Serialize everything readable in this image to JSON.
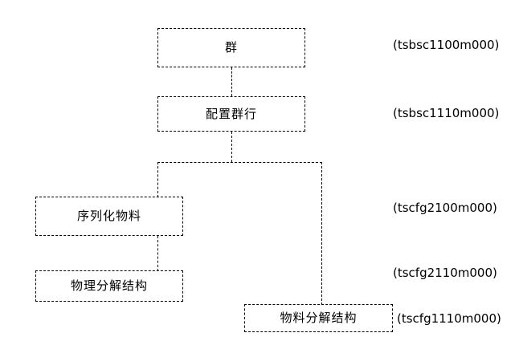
{
  "diagram": {
    "type": "hierarchy-tree",
    "title": "",
    "background_color": "#ffffff",
    "line_color": "#000000",
    "line_style": "dashed",
    "nodes": [
      {
        "id": "group",
        "label": "群",
        "code": "(tsbsc1100m000)"
      },
      {
        "id": "config_row",
        "label": "配置群行",
        "code": "(tsbsc1110m000)"
      },
      {
        "id": "serialized",
        "label": "序列化物料",
        "code": "(tscfg2100m000)"
      },
      {
        "id": "physical",
        "label": "物理分解结构",
        "code": "(tscfg2110m000)"
      },
      {
        "id": "material",
        "label": "物料分解结构",
        "code": "(tscfg1110m000)"
      }
    ],
    "codes": {
      "group": "(tsbsc1100m000)",
      "config_row": "(tsbsc1110m000)",
      "serialized": "(tscfg2100m000)",
      "physical": "(tscfg2110m000)",
      "material": "(tscfg1110m000)"
    },
    "edges": [
      {
        "from": "group",
        "to": "config_row"
      },
      {
        "from": "config_row",
        "to": "serialized"
      },
      {
        "from": "config_row",
        "to": "material"
      },
      {
        "from": "serialized",
        "to": "physical"
      }
    ]
  }
}
